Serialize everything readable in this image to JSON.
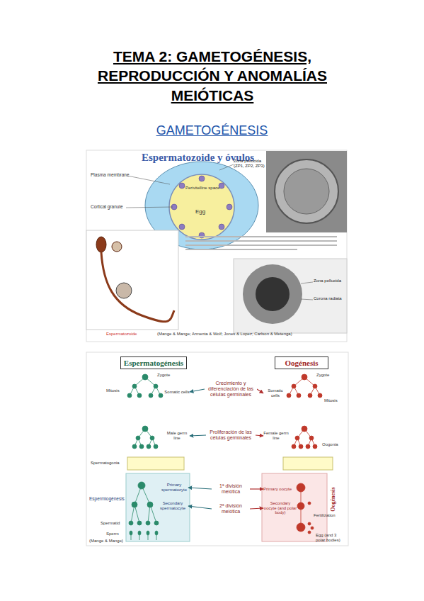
{
  "diagram": {
    "title": "TEMA 2: GAMETOGÉNESIS, REPRODUCCIÓN Y ANOMALÍAS MEIÓTICAS",
    "nodes": [
      {
        "text": [
          "Espermatogénesis"
        ]
      },
      {
        "text": [
          "Oogénesis"
        ]
      },
      {
        "text": [
          "Somatic cells"
        ]
      },
      {
        "text": [
          "Crecimiento y diferenciación de las células germinales"
        ]
      },
      {
        "text": [
          "Somatic cells"
        ]
      },
      {
        "text": [
          "Male germ line"
        ]
      },
      {
        "text": [
          "Proliferación de las células germinales"
        ]
      },
      {
        "text": [
          "Female germ line"
        ]
      },
      {
        "text": [
          "Primary spermatocyte"
        ]
      },
      {
        "text": [
          "1ª división meiótica"
        ]
      },
      {
        "text": [
          "Primary oocyte"
        ]
      },
      {
        "text": [
          "Secondary spermatocyte"
        ]
      },
      {
        "text": [
          "2ª división meiótica"
        ]
      },
      {
        "text": [
          "Secondary oocyte (and polar body)"
        ]
      }
    ],
    "edges": [
      {
        "from": 3,
        "to": 2,
        "arrow": "to"
      },
      {
        "from": 3,
        "to": 4,
        "arrow": "to"
      },
      {
        "from": 6,
        "to": 5,
        "arrow": "to"
      },
      {
        "from": 6,
        "to": 7,
        "arrow": "to"
      },
      {
        "from": 9,
        "to": 8,
        "arrow": "to"
      },
      {
        "from": 9,
        "to": 10,
        "arrow": "to"
      },
      {
        "from": 12,
        "to": 11,
        "arrow": "to"
      },
      {
        "from": 12,
        "to": 13,
        "arrow": "to"
      }
    ],
    "labels": [
      "GAMETOGÉNESIS",
      "Espermatozoide y óvulos",
      "Plasma membrane",
      "Zona pellucida (ZP1, ZP2, ZP3)",
      "Perivitelline space",
      "Cortical granule",
      "Egg",
      "Zona pellucida",
      "Corona radiata",
      "Espermatozoide",
      "(Mange & Mange; Armenta & Wolf; Jones & Lopez; Carlson & Metenga)",
      "Zygote",
      "Zygote",
      "Mitosis",
      "Mitosis",
      "Spermatogonia",
      "Oogonia",
      "Spermatid",
      "Sperm",
      "Fertilization",
      "Egg (and 3 polar bodies)",
      "Espermiogénesis",
      "Oogénesis",
      "(Mange & Mange)"
    ]
  }
}
